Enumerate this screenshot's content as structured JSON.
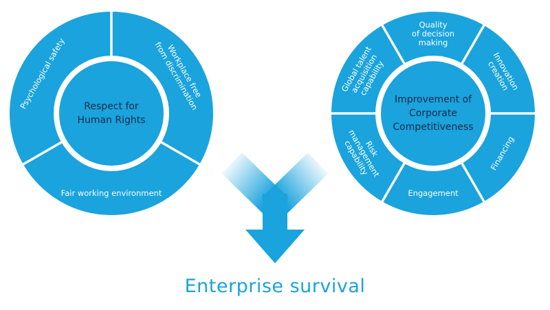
{
  "colors": {
    "primary": "#1aa3dd",
    "hub_text": "#1b2a4a",
    "segment_text": "#ffffff",
    "background": "#ffffff"
  },
  "left_wheel": {
    "hub": [
      "Respect for",
      "Human Rights"
    ],
    "segments": [
      {
        "lines": [
          "Psychological safety"
        ]
      },
      {
        "lines": [
          "Workplace free",
          "from discrimination"
        ]
      },
      {
        "lines": [
          "Fair working environment"
        ]
      }
    ]
  },
  "right_wheel": {
    "hub": [
      "Improvement of",
      "Corporate",
      "Competitiveness"
    ],
    "segments": [
      {
        "lines": [
          "Global talent",
          "acquisition",
          "capability"
        ]
      },
      {
        "lines": [
          "Quality",
          "of decision",
          "making"
        ]
      },
      {
        "lines": [
          "Innovation",
          "creation"
        ]
      },
      {
        "lines": [
          "Financing"
        ]
      },
      {
        "lines": [
          "Engagement"
        ]
      },
      {
        "lines": [
          "Risk",
          "management",
          "capability"
        ]
      }
    ]
  },
  "arrow_icon": "merge-down-arrow",
  "outcome": {
    "title": "Enterprise survival"
  }
}
